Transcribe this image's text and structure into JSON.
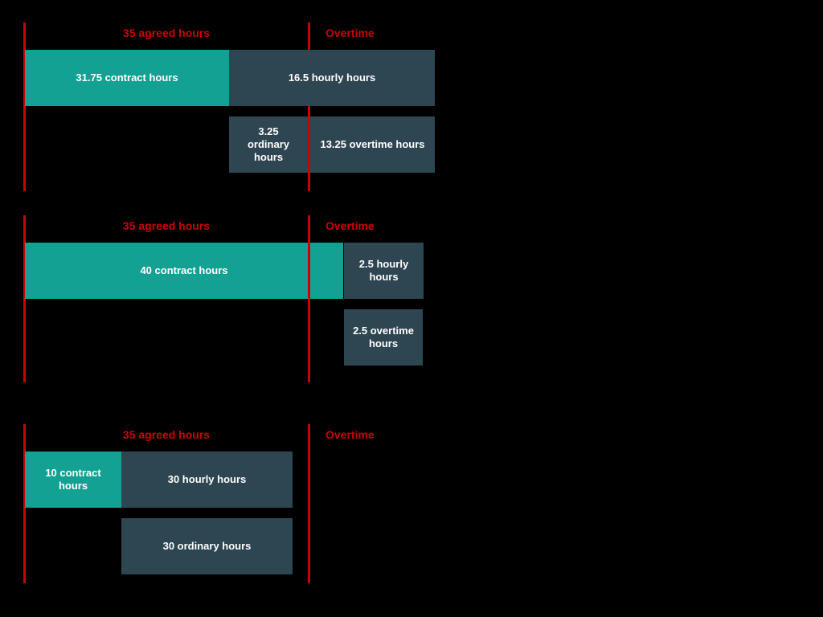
{
  "colors": {
    "background": "#000000",
    "boundary_red": "#CC0101",
    "contract_teal": "#12A192",
    "hours_slate": "#2D4651",
    "bar_text": "#FFFFFF"
  },
  "groups": [
    {
      "agreed_label": "35 agreed hours",
      "agreed_hours": 35,
      "overtime_label": "Overtime",
      "row1": [
        {
          "name": "contract",
          "label": "31.75 contract hours",
          "value": 31.75
        },
        {
          "name": "hourly",
          "label": "16.5 hourly hours",
          "value": 16.5
        }
      ],
      "row2": [
        {
          "name": "ordinary",
          "label": "3.25 ordinary hours",
          "value": 3.25
        },
        {
          "name": "overtime",
          "label": "13.25 overtime hours",
          "value": 13.25
        }
      ]
    },
    {
      "agreed_label": "35 agreed hours",
      "agreed_hours": 35,
      "overtime_label": "Overtime",
      "row1": [
        {
          "name": "contract",
          "label": "40 contract hours",
          "value": 40
        },
        {
          "name": "hourly",
          "label": "2.5 hourly hours",
          "value": 2.5
        }
      ],
      "row2": [
        {
          "name": "overtime",
          "label": "2.5 overtime hours",
          "value": 2.5
        }
      ]
    },
    {
      "agreed_label": "35 agreed hours",
      "agreed_hours": 35,
      "overtime_label": "Overtime",
      "row1": [
        {
          "name": "contract",
          "label": "10 contract hours",
          "value": 10
        },
        {
          "name": "hourly",
          "label": "30 hourly hours",
          "value": 30
        }
      ],
      "row2": [
        {
          "name": "ordinary",
          "label": "30 ordinary hours",
          "value": 30
        }
      ]
    }
  ]
}
